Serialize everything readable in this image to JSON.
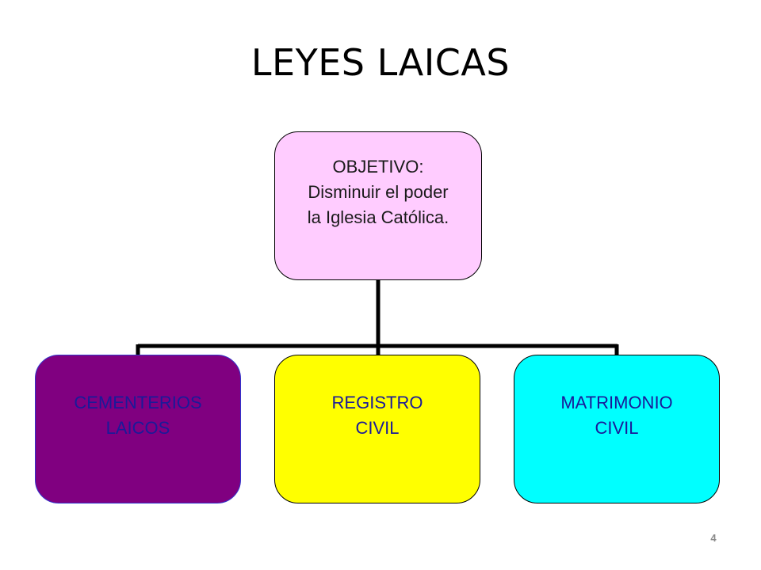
{
  "title": "LEYES  LAICAS",
  "root": {
    "lines": [
      "OBJETIVO:",
      "Disminuir el poder",
      "la Iglesia Católica."
    ],
    "fill": "#ffccff",
    "text_color": "#1a1a1a"
  },
  "children": [
    {
      "lines": [
        "CEMENTERIOS",
        "LAICOS"
      ],
      "fill": "#800080",
      "text_color": "#1a1a99"
    },
    {
      "lines": [
        "REGISTRO",
        "CIVIL"
      ],
      "fill": "#ffff00",
      "text_color": "#1a1a99"
    },
    {
      "lines": [
        "MATRIMONIO",
        "CIVIL"
      ],
      "fill": "#00ffff",
      "text_color": "#1a1a99"
    }
  ],
  "page_number": "4"
}
